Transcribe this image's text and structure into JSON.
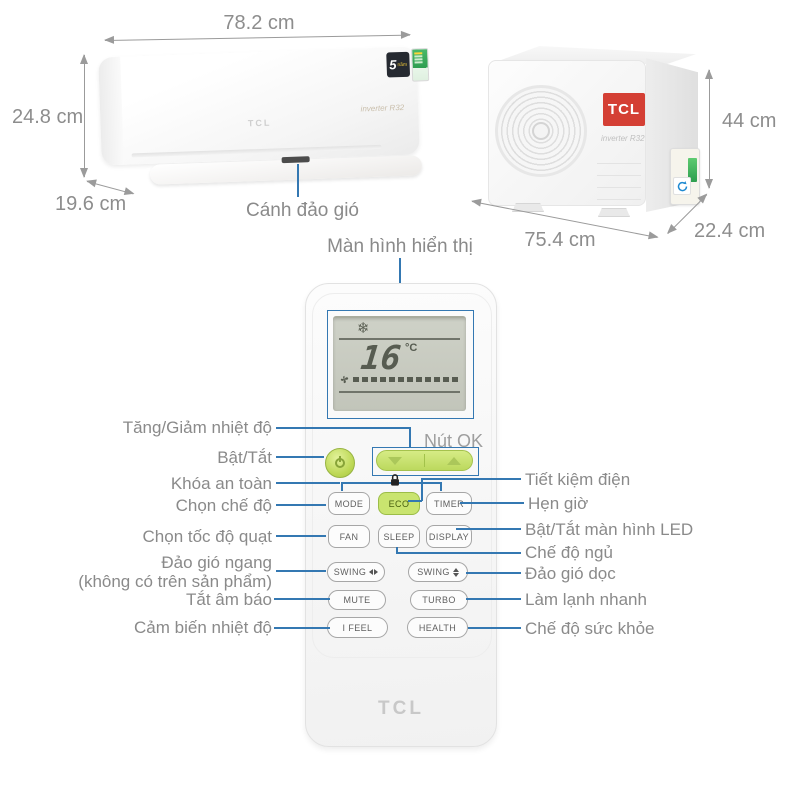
{
  "indoor_unit": {
    "width_label": "78.2 cm",
    "height_label": "24.8 cm",
    "depth_label": "19.6 cm",
    "flap_label": "Cánh đảo gió",
    "brand": "TCL",
    "model_text": "inverter R32",
    "warranty_badge": {
      "number": "5",
      "text": "năm"
    }
  },
  "outdoor_unit": {
    "height_label": "44 cm",
    "width_label": "75.4 cm",
    "depth_label": "22.4 cm",
    "brand": "TCL",
    "model_text": "inverter R32"
  },
  "remote": {
    "screen_label": "Màn hình hiển thị",
    "ok_label": "Nút OK",
    "brand": "TCL",
    "lcd": {
      "snowflake": "❄",
      "temp": "16",
      "unit": "°C"
    },
    "buttons": {
      "mode": "MODE",
      "eco": "ECO",
      "timer": "TIMER",
      "fan": "FAN",
      "sleep": "SLEEP",
      "display": "DISPLAY",
      "swing_h": "SWING",
      "swing_v": "SWING",
      "mute": "MUTE",
      "turbo": "TURBO",
      "ifeel": "I FEEL",
      "health": "HEALTH"
    },
    "labels_left": {
      "temp": "Tăng/Giảm nhiệt độ",
      "power": "Bật/Tắt",
      "lock": "Khóa an toàn",
      "mode": "Chọn chế độ",
      "fan": "Chọn tốc độ quạt",
      "swing_h": "Đảo gió ngang",
      "swing_h_note": "(không có trên sản phẩm)",
      "mute": "Tắt âm báo",
      "ifeel": "Cảm biến nhiệt độ"
    },
    "labels_right": {
      "eco": "Tiết kiệm điện",
      "timer": "Hẹn giờ",
      "display": "Bật/Tắt màn hình LED",
      "sleep": "Chế độ ngủ",
      "swing_v": "Đảo gió dọc",
      "turbo": "Làm lạnh nhanh",
      "health": "Chế độ sức khỏe"
    }
  },
  "colors": {
    "callout_blue": "#3478b2",
    "button_green": "#c9e46f",
    "brand_red": "#d43f34",
    "label_gray": "#8a8a8a",
    "lcd_green": "#c9ccc1"
  }
}
